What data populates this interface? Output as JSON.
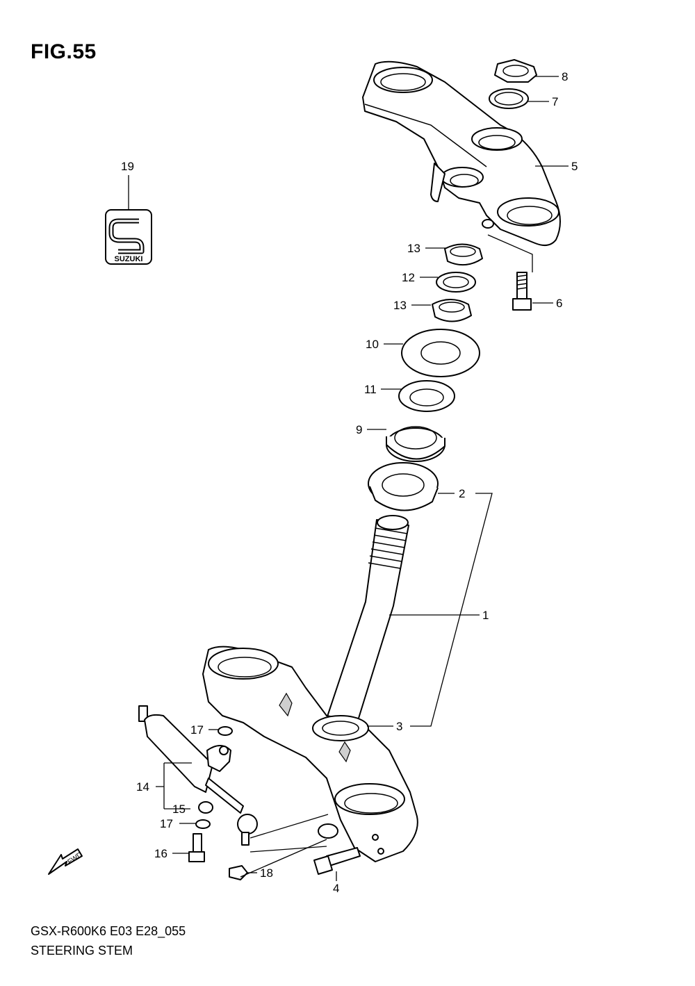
{
  "figure": {
    "title": "FIG.55"
  },
  "footer": {
    "model": "GSX-R600K6 E03 E28_055",
    "name": "STEERING STEM"
  },
  "emblem": {
    "text": "SUZUKI"
  },
  "direction_marker": {
    "text": "FWD"
  },
  "callouts": [
    {
      "id": "c1",
      "label": "1"
    },
    {
      "id": "c2",
      "label": "2"
    },
    {
      "id": "c3",
      "label": "3"
    },
    {
      "id": "c4",
      "label": "4"
    },
    {
      "id": "c5",
      "label": "5"
    },
    {
      "id": "c6",
      "label": "6"
    },
    {
      "id": "c7",
      "label": "7"
    },
    {
      "id": "c8",
      "label": "8"
    },
    {
      "id": "c9",
      "label": "9"
    },
    {
      "id": "c10",
      "label": "10"
    },
    {
      "id": "c11",
      "label": "11"
    },
    {
      "id": "c12",
      "label": "12"
    },
    {
      "id": "c13a",
      "label": "13"
    },
    {
      "id": "c13b",
      "label": "13"
    },
    {
      "id": "c14",
      "label": "14"
    },
    {
      "id": "c15",
      "label": "15"
    },
    {
      "id": "c16",
      "label": "16"
    },
    {
      "id": "c17a",
      "label": "17"
    },
    {
      "id": "c17b",
      "label": "17"
    },
    {
      "id": "c18",
      "label": "18"
    },
    {
      "id": "c19",
      "label": "19"
    }
  ]
}
